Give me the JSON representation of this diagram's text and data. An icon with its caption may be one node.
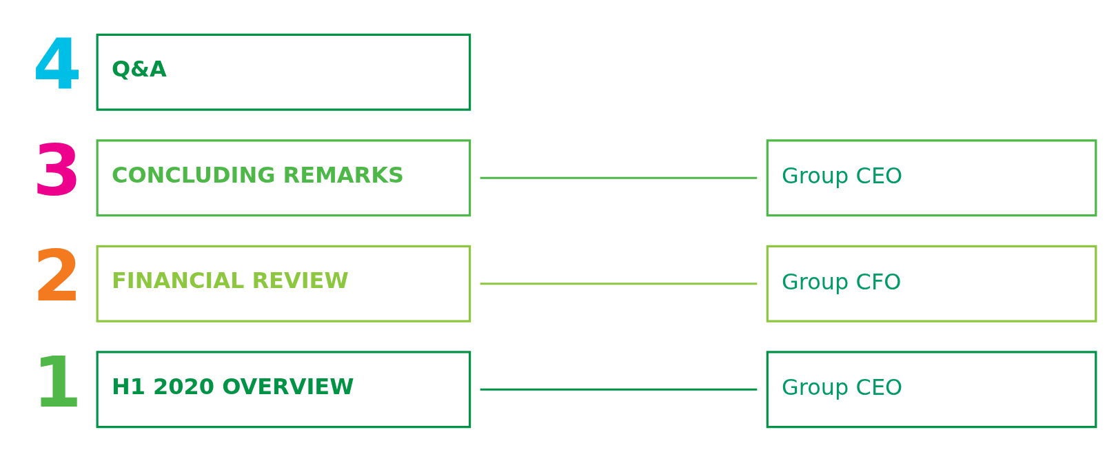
{
  "diagram": {
    "nodes": [
      {
        "text": [
          "H1 2020 OVERVIEW"
        ],
        "beside": [
          "1"
        ]
      },
      {
        "text": [
          "Group CEO"
        ]
      },
      {
        "text": [
          "FINANCIAL REVIEW"
        ],
        "beside": [
          "2"
        ]
      },
      {
        "text": [
          "Group CFO"
        ]
      },
      {
        "text": [
          "CONCLUDING REMARKS"
        ],
        "beside": [
          "3"
        ]
      },
      {
        "text": [
          "Group CEO"
        ]
      },
      {
        "text": [
          "Q&A"
        ],
        "beside": [
          "4"
        ]
      }
    ],
    "edges": [
      {
        "from": 0,
        "to": 1,
        "arrow": "none",
        "color": "#009245"
      },
      {
        "from": 2,
        "to": 3,
        "arrow": "none",
        "color": "#8dc63f"
      },
      {
        "from": 4,
        "to": 5,
        "arrow": "none",
        "color": "#4db848"
      }
    ]
  }
}
